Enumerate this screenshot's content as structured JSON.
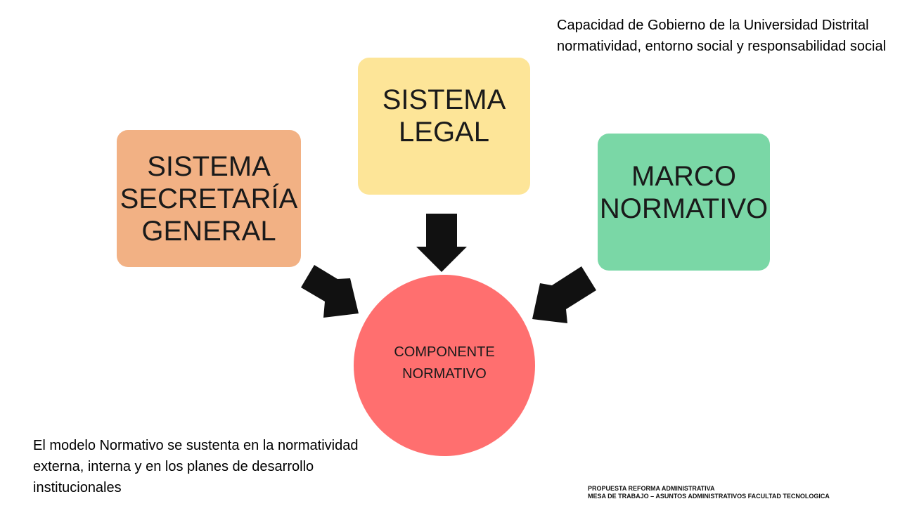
{
  "diagram": {
    "boxes": {
      "secretaria": "SISTEMA\nSECRETARÍA\nGENERAL",
      "legal": "SISTEMA\nLEGAL",
      "marco": "MARCO\nNORMATIVO"
    },
    "center": "COMPONENTE\nNORMATIVO"
  },
  "notes": {
    "top": "Capacidad  de Gobierno de la Universidad Distrital normatividad, entorno social y responsabilidad social",
    "bottom": "El modelo Normativo se sustenta en la normatividad externa, interna y en los planes de desarrollo institucionales"
  },
  "footer": {
    "line1": "PROPUESTA REFORMA ADMINISTRATIVA",
    "line2": "MESA DE TRABAJO – ASUNTOS ADMINISTRATIVOS  FACULTAD TECNOLOGICA"
  },
  "colors": {
    "secretaria": "#f2b184",
    "legal": "#fde598",
    "marco": "#7ad7a6",
    "center": "#ff6f6f",
    "arrows": "#111111"
  }
}
